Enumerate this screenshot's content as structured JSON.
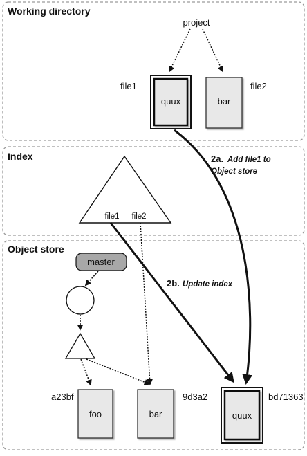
{
  "sections": {
    "working_directory": "Working directory",
    "index": "Index",
    "object_store": "Object store"
  },
  "working_directory": {
    "tree_label": "project",
    "file1": {
      "name": "file1",
      "content": "quux"
    },
    "file2": {
      "name": "file2",
      "content": "bar"
    }
  },
  "index": {
    "entries": [
      "file1",
      "file2"
    ]
  },
  "object_store": {
    "branch": "master",
    "blobs": [
      {
        "hash": "a23bf",
        "content": "foo"
      },
      {
        "hash": "9d3a2",
        "content": "bar"
      },
      {
        "hash": "bd71363",
        "content": "quux"
      }
    ]
  },
  "steps": {
    "step_2a": {
      "number": "2a.",
      "line1": "Add file1 to",
      "line2": "Object store"
    },
    "step_2b": {
      "number": "2b.",
      "line1": "Update index"
    }
  },
  "colors": {
    "section_border": "#9a9a9a",
    "file_fill": "#e8e8e8",
    "branch_fill": "#a8a8a8",
    "line": "#111111"
  }
}
